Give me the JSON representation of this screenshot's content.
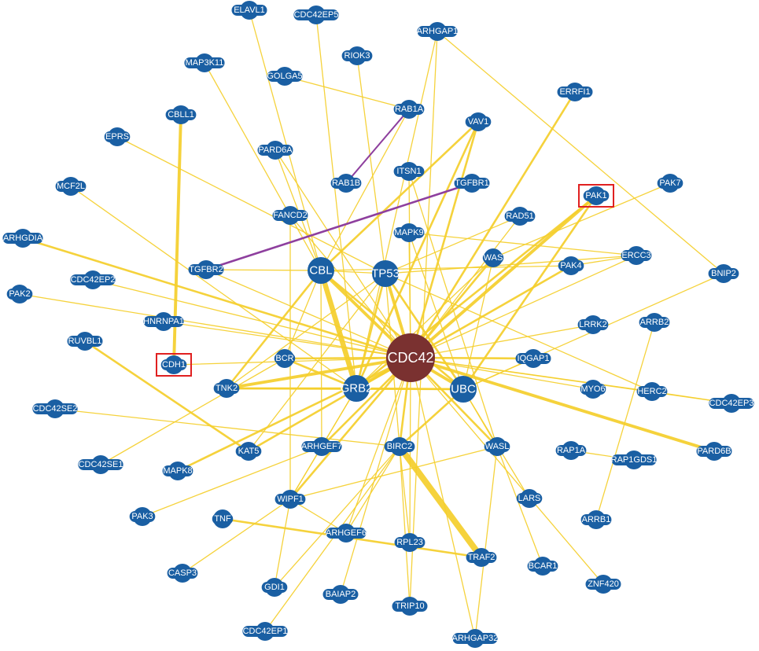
{
  "graph": {
    "hub": "CDC42",
    "highlighted": [
      "PAK1",
      "CDH1"
    ],
    "colors": {
      "node": "#1a5fa3",
      "hub": "#7a3130",
      "edge": "#f5cf2c",
      "edge_special": "#8e3f9e",
      "highlight": "#e02020",
      "label": "#ffffff"
    },
    "nodes": [
      {
        "id": "CDC42",
        "label": "CDC42",
        "kind": "hub"
      },
      {
        "id": "CBL",
        "label": "CBL",
        "kind": "big"
      },
      {
        "id": "TP53",
        "label": "TP53",
        "kind": "big"
      },
      {
        "id": "GRB2",
        "label": "GRB2",
        "kind": "big"
      },
      {
        "id": "UBC",
        "label": "UBC",
        "kind": "big"
      },
      {
        "id": "ELAVL1",
        "label": "ELAVL1"
      },
      {
        "id": "CDC42EP5",
        "label": "CDC42EP5"
      },
      {
        "id": "ARHGAP1",
        "label": "ARHGAP1"
      },
      {
        "id": "MAP3K11",
        "label": "MAP3K11"
      },
      {
        "id": "RIOK3",
        "label": "RIOK3"
      },
      {
        "id": "GOLGA5",
        "label": "GOLGA5"
      },
      {
        "id": "ERRFI1",
        "label": "ERRFI1"
      },
      {
        "id": "RAB1A",
        "label": "RAB1A"
      },
      {
        "id": "CBLL1",
        "label": "CBLL1"
      },
      {
        "id": "VAV1",
        "label": "VAV1"
      },
      {
        "id": "EPRS",
        "label": "EPRS"
      },
      {
        "id": "PARD6A",
        "label": "PARD6A"
      },
      {
        "id": "ITSN1",
        "label": "ITSN1"
      },
      {
        "id": "MCF2L",
        "label": "MCF2L"
      },
      {
        "id": "RAB1B",
        "label": "RAB1B"
      },
      {
        "id": "TGFBR1",
        "label": "TGFBR1"
      },
      {
        "id": "PAK1",
        "label": "PAK1"
      },
      {
        "id": "PAK7",
        "label": "PAK7"
      },
      {
        "id": "FANCD2",
        "label": "FANCD2"
      },
      {
        "id": "RAD51",
        "label": "RAD51"
      },
      {
        "id": "ARHGDIA",
        "label": "ARHGDIA"
      },
      {
        "id": "MAPK9",
        "label": "MAPK9"
      },
      {
        "id": "WAS",
        "label": "WAS"
      },
      {
        "id": "ERCC3",
        "label": "ERCC3"
      },
      {
        "id": "TGFBR2",
        "label": "TGFBR2"
      },
      {
        "id": "PAK4",
        "label": "PAK4"
      },
      {
        "id": "BNIP2",
        "label": "BNIP2"
      },
      {
        "id": "CDC42EP2",
        "label": "CDC42EP2"
      },
      {
        "id": "PAK2",
        "label": "PAK2"
      },
      {
        "id": "HNRNPA1",
        "label": "HNRNPA1"
      },
      {
        "id": "LRRK2",
        "label": "LRRK2"
      },
      {
        "id": "ARRB2",
        "label": "ARRB2"
      },
      {
        "id": "RUVBL1",
        "label": "RUVBL1"
      },
      {
        "id": "BCR",
        "label": "BCR"
      },
      {
        "id": "CDH1",
        "label": "CDH1"
      },
      {
        "id": "IQGAP1",
        "label": "IQGAP1"
      },
      {
        "id": "TNK2",
        "label": "TNK2"
      },
      {
        "id": "MYO6",
        "label": "MYO6"
      },
      {
        "id": "HERC2",
        "label": "HERC2"
      },
      {
        "id": "CDC42EP3",
        "label": "CDC42EP3"
      },
      {
        "id": "CDC42SE2",
        "label": "CDC42SE2"
      },
      {
        "id": "ARHGEF7",
        "label": "ARHGEF7"
      },
      {
        "id": "BIRC2",
        "label": "BIRC2"
      },
      {
        "id": "WASL",
        "label": "WASL"
      },
      {
        "id": "PARD6B",
        "label": "PARD6B"
      },
      {
        "id": "KAT5",
        "label": "KAT5"
      },
      {
        "id": "CDC42SE1",
        "label": "CDC42SE1"
      },
      {
        "id": "RAP1A",
        "label": "RAP1A"
      },
      {
        "id": "RAP1GDS1",
        "label": "RAP1GDS1"
      },
      {
        "id": "MAPK8",
        "label": "MAPK8"
      },
      {
        "id": "WIPF1",
        "label": "WIPF1"
      },
      {
        "id": "LARS",
        "label": "LARS"
      },
      {
        "id": "PAK3",
        "label": "PAK3"
      },
      {
        "id": "TNF",
        "label": "TNF"
      },
      {
        "id": "ARRB1",
        "label": "ARRB1"
      },
      {
        "id": "ARHGEF6",
        "label": "ARHGEF6"
      },
      {
        "id": "RPL23",
        "label": "RPL23"
      },
      {
        "id": "TRAF2",
        "label": "TRAF2"
      },
      {
        "id": "BCAR1",
        "label": "BCAR1"
      },
      {
        "id": "CASP3",
        "label": "CASP3"
      },
      {
        "id": "GDI1",
        "label": "GDI1"
      },
      {
        "id": "ZNF420",
        "label": "ZNF420"
      },
      {
        "id": "BAIAP2",
        "label": "BAIAP2"
      },
      {
        "id": "TRIP10",
        "label": "TRIP10"
      },
      {
        "id": "CDC42EP1",
        "label": "CDC42EP1"
      },
      {
        "id": "ARHGAP32",
        "label": "ARHGAP32"
      }
    ],
    "edges": [
      [
        "CDC42",
        "CBL",
        3
      ],
      [
        "CDC42",
        "TP53",
        3
      ],
      [
        "CDC42",
        "GRB2",
        3
      ],
      [
        "CDC42",
        "UBC",
        3
      ],
      [
        "CDC42",
        "BCR",
        2
      ],
      [
        "CDC42",
        "TNK2",
        3
      ],
      [
        "CDC42",
        "IQGAP1",
        2
      ],
      [
        "CDC42",
        "MYO6",
        1
      ],
      [
        "CDC42",
        "PARD6B",
        3
      ],
      [
        "CDC42",
        "PAK1",
        3
      ],
      [
        "CDC42",
        "PAK4",
        2
      ],
      [
        "CDC42",
        "WAS",
        2
      ],
      [
        "CDC42",
        "VAV1",
        2
      ],
      [
        "CDC42",
        "ARHGDIA",
        2
      ],
      [
        "CDC42",
        "PAK2",
        1
      ],
      [
        "CDC42",
        "CDH1",
        1
      ],
      [
        "CDC42",
        "HNRNPA1",
        1
      ],
      [
        "CDC42",
        "CDC42EP2",
        1
      ],
      [
        "CDC42",
        "ERRFI1",
        2
      ],
      [
        "CDC42",
        "ITSN1",
        1
      ],
      [
        "CDC42",
        "RAD51",
        1
      ],
      [
        "CDC42",
        "MAPK9",
        1
      ],
      [
        "CDC42",
        "ARHGEF7",
        2
      ],
      [
        "CDC42",
        "BIRC2",
        2
      ],
      [
        "CDC42",
        "WASL",
        2
      ],
      [
        "CDC42",
        "KAT5",
        2
      ],
      [
        "CDC42",
        "MAPK8",
        2
      ],
      [
        "CDC42",
        "WIPF1",
        2
      ],
      [
        "CDC42",
        "LRRK2",
        1
      ],
      [
        "CDC42",
        "HERC2",
        1
      ],
      [
        "CDC42",
        "FANCD2",
        1
      ],
      [
        "CDC42",
        "PARD6A",
        1
      ],
      [
        "CDC42",
        "ERCC3",
        1
      ],
      [
        "CDC42",
        "TGFBR2",
        1
      ],
      [
        "CDC42",
        "CDC42EP3",
        1
      ],
      [
        "CDC42",
        "ARHGEF6",
        1
      ],
      [
        "CDC42",
        "RPL23",
        1
      ],
      [
        "CDC42",
        "ZNF420",
        1
      ],
      [
        "CDC42",
        "ARHGAP32",
        1
      ],
      [
        "CDC42",
        "BAIAP2",
        1
      ],
      [
        "CBL",
        "GRB2",
        5
      ],
      [
        "CBL",
        "TP53",
        1
      ],
      [
        "CBL",
        "UBC",
        2
      ],
      [
        "CBL",
        "TNK2",
        2
      ],
      [
        "CBL",
        "ARHGEF7",
        1
      ],
      [
        "CBL",
        "ELAVL1",
        1
      ],
      [
        "CBL",
        "RAB1A",
        1
      ],
      [
        "CBL",
        "VAV1",
        2
      ],
      [
        "CBL",
        "PARD6A",
        1
      ],
      [
        "CBL",
        "MAP3K11",
        1
      ],
      [
        "CBL",
        "TGFBR2",
        1
      ],
      [
        "CBL",
        "BCR",
        1
      ],
      [
        "CBL",
        "PAK4",
        1
      ],
      [
        "TP53",
        "GRB2",
        2
      ],
      [
        "TP53",
        "UBC",
        2
      ],
      [
        "TP53",
        "HERC2",
        1
      ],
      [
        "TP53",
        "RAD51",
        1
      ],
      [
        "TP53",
        "RIOK3",
        1
      ],
      [
        "TP53",
        "KAT5",
        1
      ],
      [
        "TP53",
        "BIRC2",
        1
      ],
      [
        "TP53",
        "TNK2",
        1
      ],
      [
        "TP53",
        "ERCC3",
        1
      ],
      [
        "GRB2",
        "UBC",
        2
      ],
      [
        "GRB2",
        "TNK2",
        2
      ],
      [
        "GRB2",
        "BCR",
        2
      ],
      [
        "GRB2",
        "PAK1",
        2
      ],
      [
        "GRB2",
        "WAS",
        1
      ],
      [
        "GRB2",
        "ARHGEF7",
        1
      ],
      [
        "GRB2",
        "WIPF1",
        1
      ],
      [
        "GRB2",
        "ARHGAP1",
        1
      ],
      [
        "GRB2",
        "VAV1",
        2
      ],
      [
        "UBC",
        "BIRC2",
        2
      ],
      [
        "UBC",
        "WASL",
        1
      ],
      [
        "UBC",
        "PAK1",
        2
      ],
      [
        "UBC",
        "IQGAP1",
        1
      ],
      [
        "UBC",
        "TNK2",
        2
      ],
      [
        "UBC",
        "MAPK9",
        1
      ],
      [
        "UBC",
        "WAS",
        1
      ],
      [
        "BIRC2",
        "TRAF2",
        6
      ],
      [
        "BIRC2",
        "TRIP10",
        1
      ],
      [
        "BIRC2",
        "RPL23",
        1
      ],
      [
        "BIRC2",
        "ARHGEF6",
        1
      ],
      [
        "BIRC2",
        "CDC42EP1",
        1
      ],
      [
        "BIRC2",
        "CDC42SE2",
        1
      ],
      [
        "BIRC2",
        "GDI1",
        1
      ],
      [
        "TNF",
        "TRAF2",
        2
      ],
      [
        "CASP3",
        "WIPF1",
        1
      ],
      [
        "WIPF1",
        "GDI1",
        1
      ],
      [
        "WIPF1",
        "ARHGEF7",
        1
      ],
      [
        "ARHGEF6",
        "WIPF1",
        1
      ],
      [
        "PAK3",
        "ARHGEF7",
        1
      ],
      [
        "WASL",
        "WIPF1",
        1
      ],
      [
        "WASL",
        "BCAR1",
        1
      ],
      [
        "WASL",
        "ARHGAP32",
        1
      ],
      [
        "LARS",
        "UBC",
        1
      ],
      [
        "ARRB1",
        "ARRB2",
        1
      ],
      [
        "RAP1A",
        "RAP1GDS1",
        1
      ],
      [
        "HERC2",
        "CDC42EP3",
        1
      ],
      [
        "ARHGAP1",
        "BNIP2",
        1
      ],
      [
        "PAK7",
        "WAS",
        1
      ],
      [
        "ERCC3",
        "MAPK9",
        1
      ],
      [
        "RUVBL1",
        "KAT5",
        2
      ],
      [
        "CDC42SE1",
        "BCR",
        1
      ],
      [
        "CBLL1",
        "CDH1",
        3
      ],
      [
        "EPRS",
        "TP53",
        1
      ],
      [
        "MCF2L",
        "GRB2",
        1
      ],
      [
        "GOLGA5",
        "RAB1A",
        1
      ],
      [
        "ITSN1",
        "WASL",
        1
      ],
      [
        "CDC42EP5",
        "GRB2",
        1
      ],
      [
        "FANCD2",
        "WIPF1",
        1
      ],
      [
        "ARHGAP1",
        "TRIP10",
        1
      ],
      [
        "PAK4",
        "ERCC3",
        1
      ],
      [
        "BNIP2",
        "UBC",
        1
      ]
    ],
    "special_edges": [
      [
        "RAB1A",
        "RAB1B",
        1.6
      ],
      [
        "TGFBR1",
        "TGFBR2",
        2
      ]
    ]
  }
}
